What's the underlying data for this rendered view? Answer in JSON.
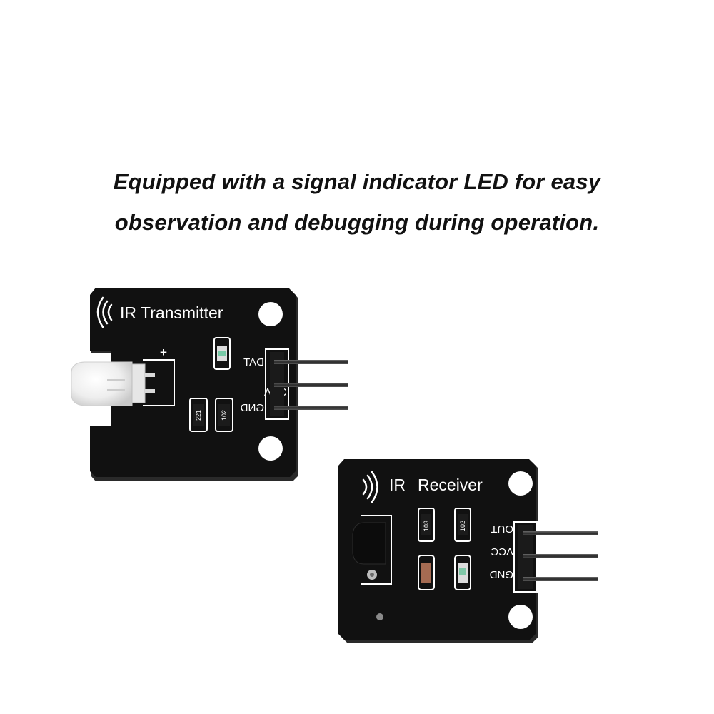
{
  "caption": {
    "line1": "Equipped with a signal indicator LED for easy",
    "line2": "observation and debugging during operation."
  },
  "transmitter": {
    "title": "IR Transmitter",
    "plus_mark": "+",
    "pin_labels": [
      "DAT",
      "VCC",
      "GND"
    ],
    "resistors": [
      "221",
      "102"
    ]
  },
  "receiver": {
    "title_a": "IR",
    "title_b": "Receiver",
    "pin_labels": [
      "OUT",
      "VCC",
      "GND"
    ],
    "resistors": [
      "103",
      "102"
    ]
  },
  "colors": {
    "background": "#ffffff",
    "pcb": "#111111",
    "pcb_edge": "#2a2a2a",
    "silkscreen": "#ffffff",
    "pin_metal": "#3a3a3a"
  }
}
